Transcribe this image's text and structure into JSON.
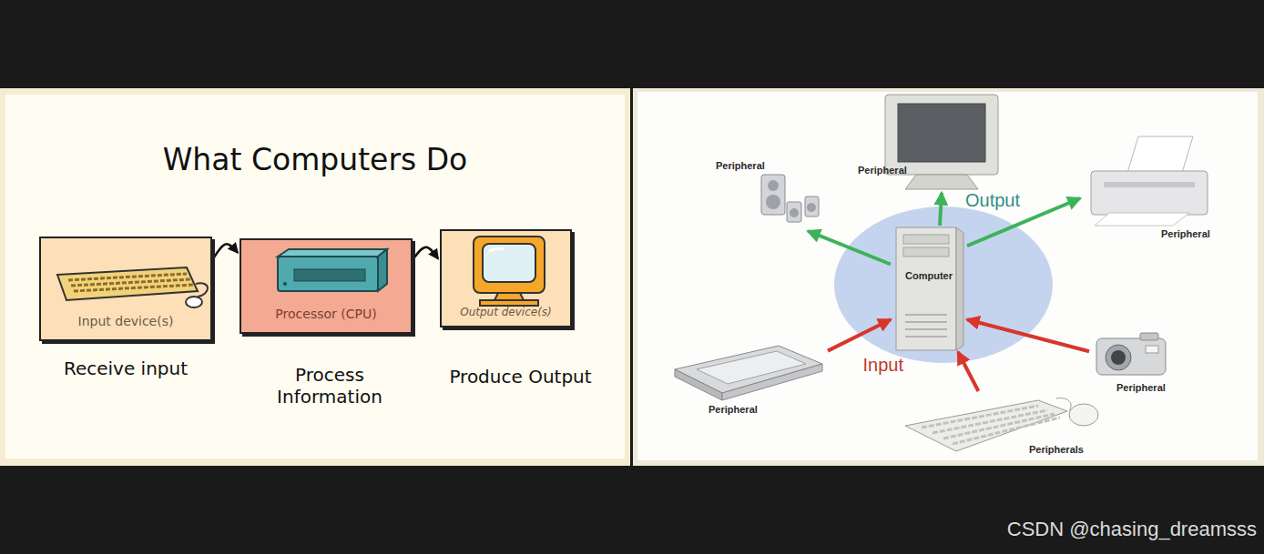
{
  "diagram": {
    "title": "What Computers Do",
    "nodes": [
      {
        "text": [
          "Input device(s)",
          "Receive input"
        ]
      },
      {
        "text": [
          "Processor (CPU)",
          "Process Information"
        ]
      },
      {
        "text": [
          "Output device(s)",
          "Produce Output"
        ]
      },
      {
        "text": [
          "Peripheral"
        ]
      },
      {
        "text": [
          "Peripheral"
        ]
      },
      {
        "text": [
          "Peripheral"
        ]
      },
      {
        "text": [
          "Computer"
        ]
      },
      {
        "text": [
          "Peripheral"
        ]
      },
      {
        "text": [
          "Peripheral"
        ]
      },
      {
        "text": [
          "Peripherals"
        ]
      }
    ],
    "edges": [
      {
        "from": 0,
        "to": 1,
        "arrow": "to"
      },
      {
        "from": 1,
        "to": 2,
        "arrow": "to"
      },
      {
        "from": 6,
        "to": 3,
        "arrow": "to"
      },
      {
        "from": 6,
        "to": 4,
        "arrow": "to",
        "label": "Output"
      },
      {
        "from": 6,
        "to": 5,
        "arrow": "to"
      },
      {
        "from": 7,
        "to": 6,
        "arrow": "to",
        "label": "Input"
      },
      {
        "from": 9,
        "to": 6,
        "arrow": "to"
      },
      {
        "from": 8,
        "to": 6,
        "arrow": "to"
      }
    ],
    "labels": [
      "CSDN @chasing_dreamsss"
    ]
  }
}
